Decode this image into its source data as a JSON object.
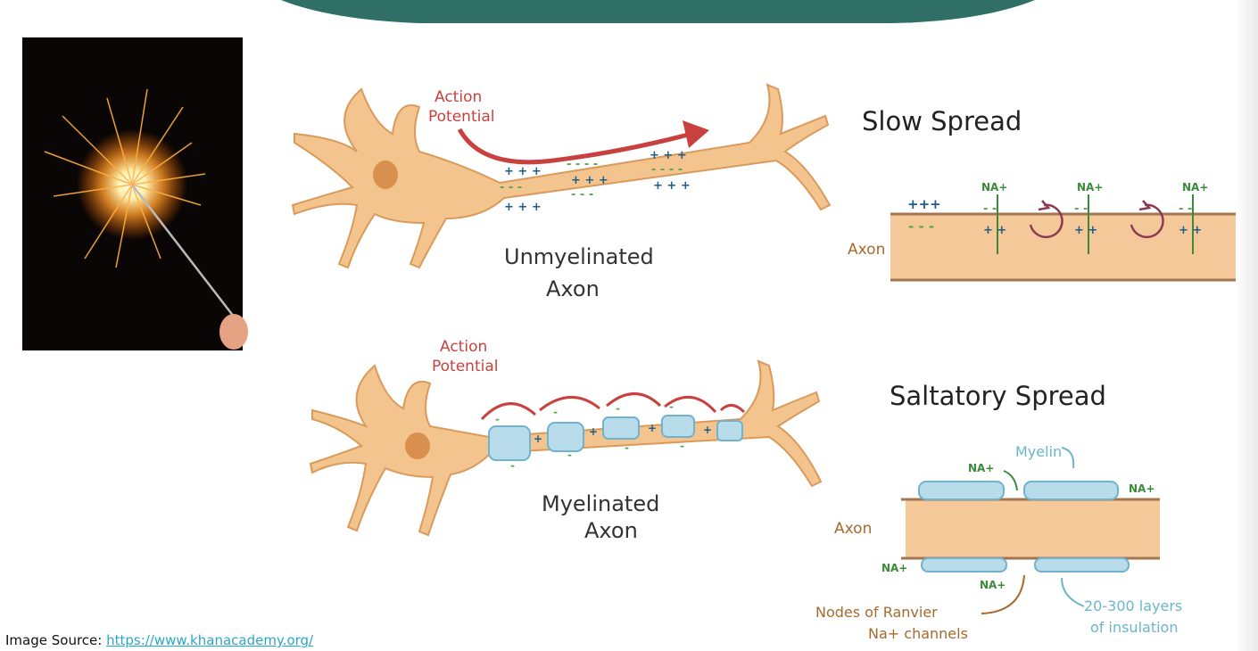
{
  "labels": {
    "action_potential_top_1": "Action",
    "action_potential_top_2": "Potential",
    "unmyelinated_1": "Unmyelinated",
    "unmyelinated_2": "Axon",
    "slow_spread": "Slow Spread",
    "axon_top": "Axon",
    "na_1": "NA+",
    "na_2": "NA+",
    "na_3": "NA+",
    "plus_top": "+++",
    "minus_top": "- - -",
    "action_potential_bottom_1": "Action",
    "action_potential_bottom_2": "Potential",
    "myelinated_1": "Myelinated",
    "myelinated_2": "Axon",
    "saltatory_spread": "Saltatory Spread",
    "myelin": "Myelin",
    "na_myelin_left": "NA+",
    "na_myelin_right": "NA+",
    "axon_bottom": "Axon",
    "na_lower_left": "NA+",
    "na_lower_mid": "NA+",
    "nodes_1": "Nodes of Ranvier",
    "nodes_2": "Na+ channels",
    "layers_1": "20-300 layers",
    "layers_2": "of insulation"
  },
  "source": {
    "prefix": "Image Source: ",
    "link_text": "https://www.khanacademy.org/"
  },
  "colors": {
    "banner": "#2f6f65",
    "neuron_fill": "#f4c48f",
    "neuron_stroke": "#d99a5a",
    "axon_fill": "#f5c89a",
    "myelin_fill": "#b9dceb",
    "myelin_stroke": "#6fb3d0",
    "arrow_red": "#c9413e",
    "plus_blue": "#1f5c86",
    "minus_green": "#5aa64f",
    "na_green": "#3a8a3a",
    "loop_purple": "#8a3a52",
    "label_brown": "#a66a2e",
    "teal_label": "#6bb6c8"
  }
}
